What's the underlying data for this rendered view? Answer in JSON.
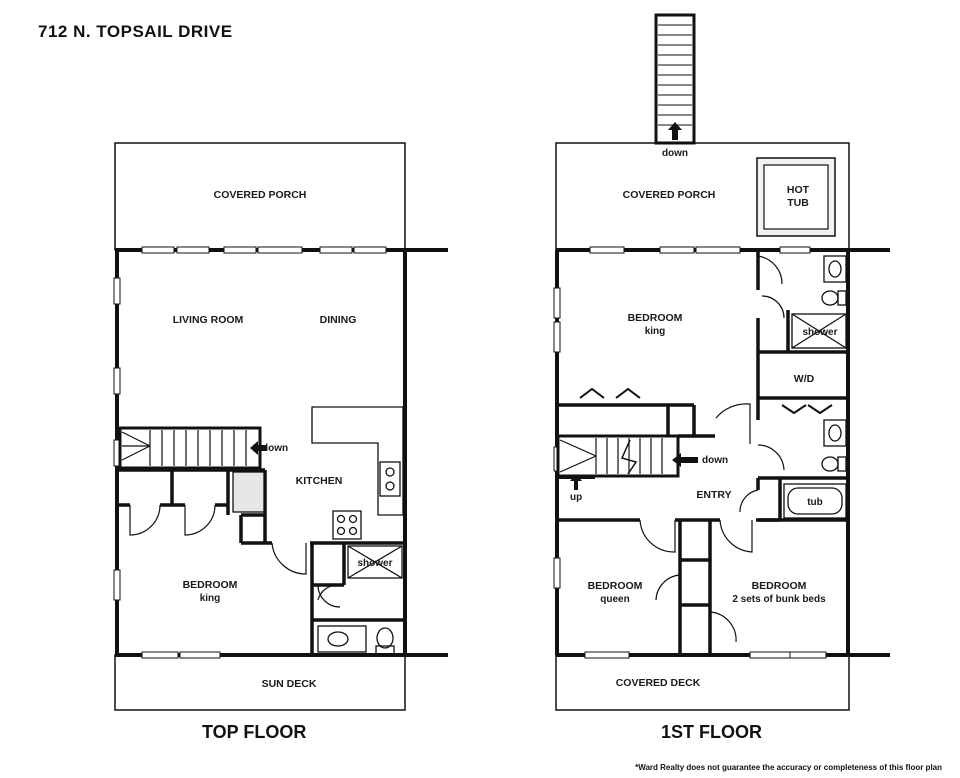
{
  "title": "712 N. TOPSAIL DRIVE",
  "top_floor": {
    "name": "TOP FLOOR",
    "rooms": {
      "covered_porch": "COVERED PORCH",
      "living_room": "LIVING ROOM",
      "dining": "DINING",
      "kitchen": "KITCHEN",
      "bedroom": "BEDROOM",
      "bedroom_size": "king",
      "shower": "shower",
      "sun_deck": "SUN DECK",
      "stairs": "down"
    }
  },
  "first_floor": {
    "name": "1ST FLOOR",
    "rooms": {
      "stairs_top": "down",
      "covered_porch": "COVERED PORCH",
      "hot_tub_line1": "HOT",
      "hot_tub_line2": "TUB",
      "bedroom_king": "BEDROOM",
      "bedroom_king_size": "king",
      "shower": "shower",
      "wd": "W/D",
      "stairs_down": "down",
      "stairs_up": "up",
      "entry": "ENTRY",
      "tub": "tub",
      "bedroom_queen": "BEDROOM",
      "bedroom_queen_size": "queen",
      "bedroom_bunk": "BEDROOM",
      "bedroom_bunk_size": "2 sets of bunk beds",
      "covered_deck": "COVERED DECK"
    }
  },
  "disclaimer": "*Ward Realty does not guarantee the accuracy or completeness of this floor plan"
}
